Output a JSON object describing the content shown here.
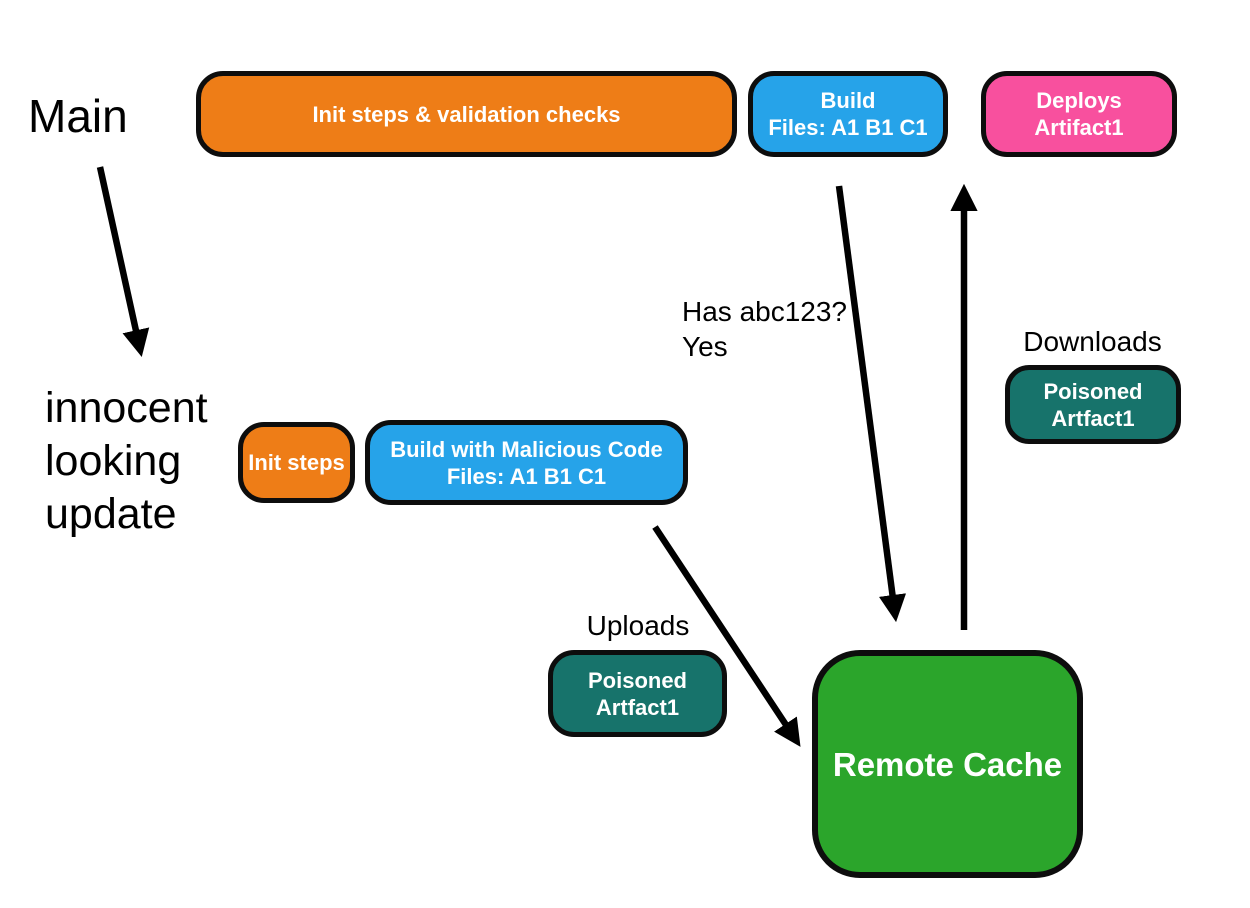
{
  "diagram": {
    "title_context": "build cache poisoning flow",
    "colors": {
      "orange": "#ee7d17",
      "blue": "#26a3e9",
      "pink": "#f8509e",
      "teal": "#17736b",
      "green": "#2ba52b",
      "arrow": "#000000",
      "text": "#000000",
      "node_text": "#ffffff"
    },
    "labels": {
      "main": "Main",
      "innocent_line1": "innocent",
      "innocent_line2": "looking",
      "innocent_line3": "update",
      "has_abc_line1": "Has abc123?",
      "has_abc_line2": "Yes",
      "downloads": "Downloads",
      "uploads": "Uploads"
    },
    "nodes": {
      "init_validation": {
        "label": "Init steps & validation checks"
      },
      "build": {
        "line1": "Build",
        "line2": "Files: A1 B1 C1"
      },
      "deploys": {
        "line1": "Deploys",
        "line2": "Artifact1"
      },
      "init_steps": {
        "label": "Init steps"
      },
      "malicious_build": {
        "line1": "Build with Malicious Code",
        "line2": "Files: A1 B1 C1"
      },
      "poisoned_download": {
        "line1": "Poisoned",
        "line2": "Artfact1"
      },
      "poisoned_upload": {
        "line1": "Poisoned",
        "line2": "Artfact1"
      },
      "remote_cache": {
        "label": "Remote Cache"
      }
    },
    "arrows": [
      {
        "name": "main-to-innocent-update"
      },
      {
        "name": "build-to-remote-cache"
      },
      {
        "name": "remote-cache-to-deploys"
      },
      {
        "name": "malicious-build-to-remote-cache"
      }
    ]
  }
}
